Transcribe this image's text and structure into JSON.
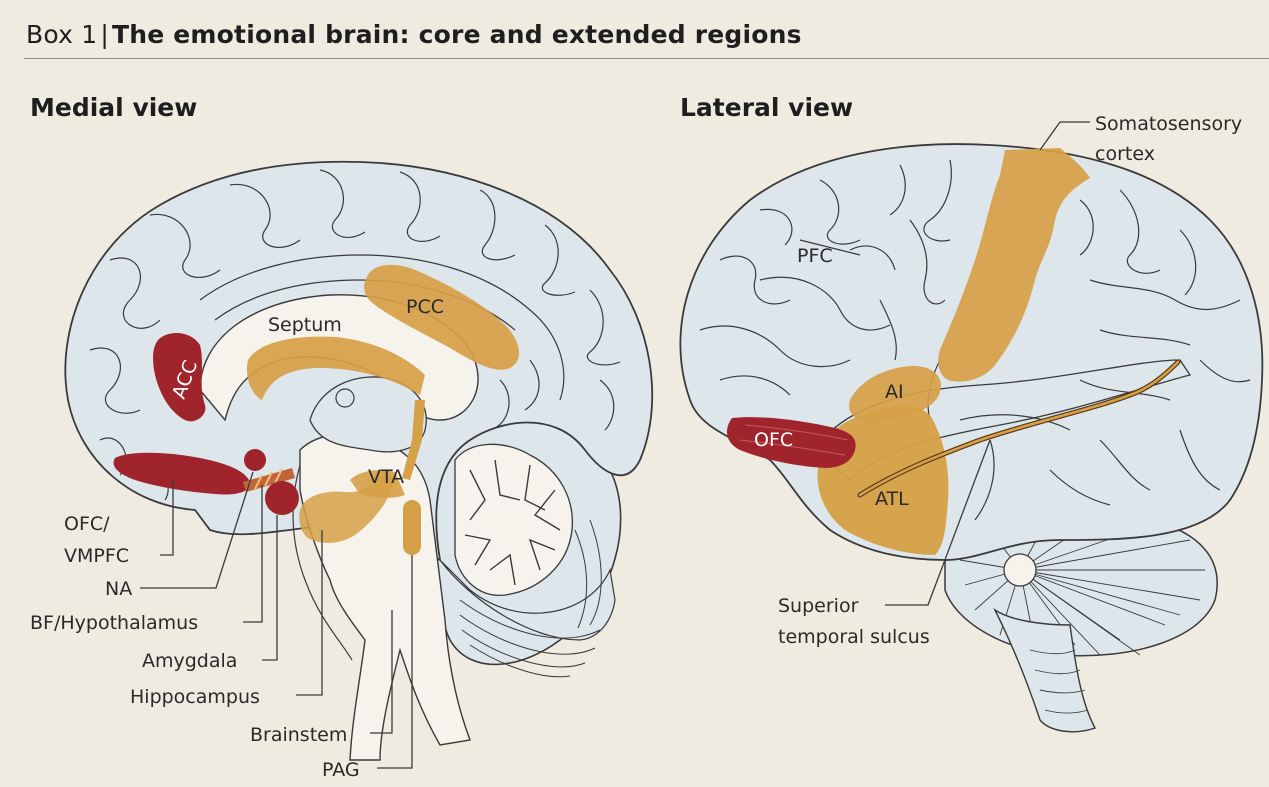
{
  "box": {
    "number": "Box 1",
    "separator": "|",
    "title": "The emotional brain: core and extended regions"
  },
  "medial": {
    "title": "Medial view",
    "labels": {
      "acc": "ACC",
      "septum": "Septum",
      "pcc": "PCC",
      "vta": "VTA",
      "ofc_line1": "OFC/",
      "ofc_line2": "VMPFC",
      "na": "NA",
      "bf": "BF/Hypothalamus",
      "amygdala": "Amygdala",
      "hippocampus": "Hippocampus",
      "brainstem": "Brainstem",
      "pag": "PAG"
    }
  },
  "lateral": {
    "title": "Lateral view",
    "labels": {
      "somato_line1": "Somatosensory",
      "somato_line2": "cortex",
      "pfc": "PFC",
      "ai": "AI",
      "ofc": "OFC",
      "atl": "ATL",
      "sts_line1": "Superior",
      "sts_line2": "temporal sulcus"
    }
  },
  "colors": {
    "background": "#f0ebe0",
    "brain": "#dde6ea",
    "core_region": "#a0242c",
    "extended_region": "#d6a046",
    "outline": "#3a3a3a"
  }
}
